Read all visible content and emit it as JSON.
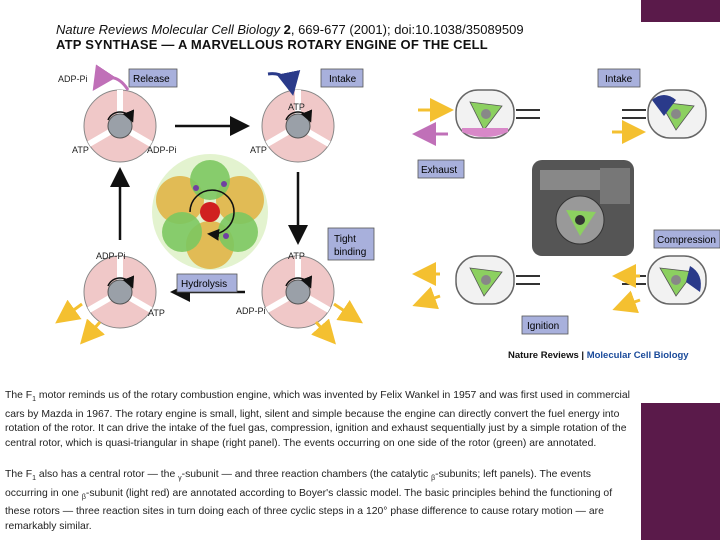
{
  "header": {
    "citation_journal": "Nature Reviews Molecular Cell Biology",
    "citation_volume": "2",
    "citation_rest": ", 669-677 (2001); doi:10.1038/35089509",
    "title": "ATP SYNTHASE — A MARVELLOUS ROTARY ENGINE OF THE CELL"
  },
  "left_panel": {
    "labels": {
      "release": "Release",
      "intake": "Intake",
      "tight_binding_1": "Tight",
      "tight_binding_2": "binding",
      "hydrolysis": "Hydrolysis",
      "adp_pi_tl": "ADP-Pi",
      "atp_tl": "ATP",
      "adp_pi_tl2": "ADP-Pi",
      "atp_tr1": "ATP",
      "atp_tr2": "ATP",
      "atp_br": "ATP",
      "adp_pi_br": "ADP-Pi",
      "adp_pi_bl": "ADP-Pi",
      "atp_bl": "ATP"
    }
  },
  "right_panel": {
    "labels": {
      "intake": "Intake",
      "exhaust": "Exhaust",
      "compression": "Compression",
      "ignition": "Ignition"
    },
    "credit_journal": "Nature Reviews",
    "credit_sep": " | ",
    "credit_title": "Molecular Cell Biology"
  },
  "caption": {
    "p1_a": "The F",
    "p1_sub": "1",
    "p1_b": " motor reminds us of the rotary combustion engine, which was invented by Felix Wankel in 1957 and was first used in commercial cars by Mazda in 1967. The rotary engine is small, light, silent and simple because the engine can directly convert the fuel energy into rotation of the rotor. It can drive the intake of the fuel gas, compression, ignition and exhaust sequentially just by a simple rotation of the central rotor, which is quasi-triangular in shape (right panel). The events occurring on one side of the rotor (green) are annotated.",
    "p2_a": "The F",
    "p2_sub": "1",
    "p2_b": " also has a central rotor — the ",
    "p2_gamma": "γ",
    "p2_c": "-subunit — and three reaction chambers (the catalytic ",
    "p2_beta": "β",
    "p2_d": "-subunits; left panels). The events occurring in one ",
    "p2_beta2": "β",
    "p2_e": "-subunit (light red) are annotated according to Boyer's classic model. The basic principles behind the functioning of these rotors — three reaction sites in turn doing each of three cyclic steps in a 120° phase difference to cause rotary motion — are remarkably similar."
  },
  "colors": {
    "accent": "#5a1a4a",
    "label_box": "#a8b0dc",
    "subunit_fill": "#f0c8c8",
    "rotor_green": "#8cd060",
    "chamber_blue": "#2a3a8a",
    "arrow_yellow": "#f4c030",
    "arrow_purple": "#c070b8"
  }
}
